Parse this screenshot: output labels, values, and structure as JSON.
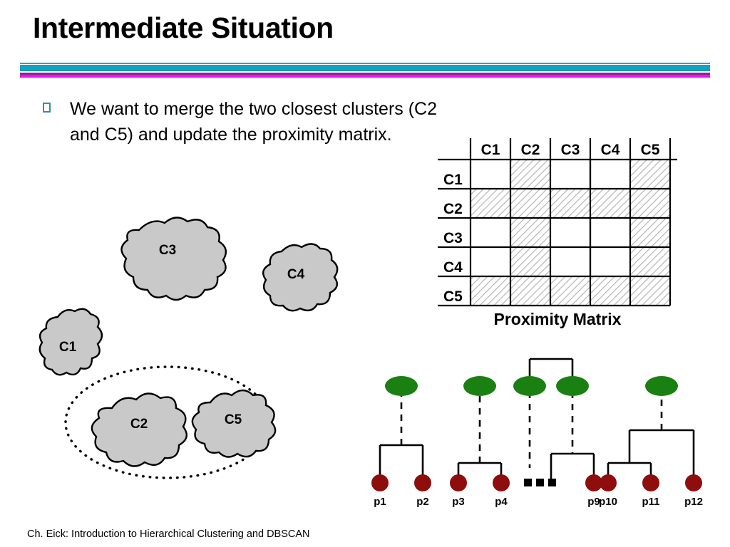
{
  "slide": {
    "title": "Intermediate Situation",
    "footer": "Ch. Eick: Introduction to Hierarchical Clustering and DBSCAN"
  },
  "divider": {
    "cyan": "#12a3c4",
    "purple": "#8f2095",
    "magenta": "#ee14e8"
  },
  "bullet": {
    "marker_icon": "hollow-square-bullet-icon",
    "text": "We want to merge the two closest clusters (C2 and C5)  and update the proximity matrix."
  },
  "matrix": {
    "caption": "Proximity Matrix",
    "col_headers": [
      "C1",
      "C2",
      "C3",
      "C4",
      "C5"
    ],
    "row_headers": [
      "C1",
      "C2",
      "C3",
      "C4",
      "C5"
    ],
    "shaded_columns": [
      "C2",
      "C5"
    ],
    "shaded_rows": [
      "C2",
      "C5"
    ],
    "hatch_color": "#b0b0b0",
    "border_color": "#000000"
  },
  "clusters": {
    "blobs": [
      {
        "id": "C3",
        "label": "C3"
      },
      {
        "id": "C4",
        "label": "C4"
      },
      {
        "id": "C1",
        "label": "C1"
      },
      {
        "id": "C2",
        "label": "C2"
      },
      {
        "id": "C5",
        "label": "C5"
      }
    ],
    "selection_ellipse": {
      "encloses": [
        "C2",
        "C5"
      ],
      "style": "dotted"
    },
    "blob_fill": "#c9c9c9",
    "blob_stroke": "#000000"
  },
  "dendrogram": {
    "leaf_labels": [
      "p1",
      "p2",
      "p3",
      "p4",
      "p9",
      "p10",
      "p11",
      "p12"
    ],
    "ellipsis": "…",
    "leaf_color": "#8e0d0d",
    "node_color": "#1a8012",
    "link_color": "#000000",
    "groups": [
      {
        "name": "group-p1-p2",
        "leaves": [
          "p1",
          "p2"
        ]
      },
      {
        "name": "group-p3-p4",
        "leaves": [
          "p3",
          "p4"
        ]
      },
      {
        "name": "group-merge-pair",
        "leaves": [
          "p9"
        ]
      },
      {
        "name": "group-p10-p12",
        "leaves": [
          "p10",
          "p11",
          "p12"
        ]
      }
    ]
  }
}
